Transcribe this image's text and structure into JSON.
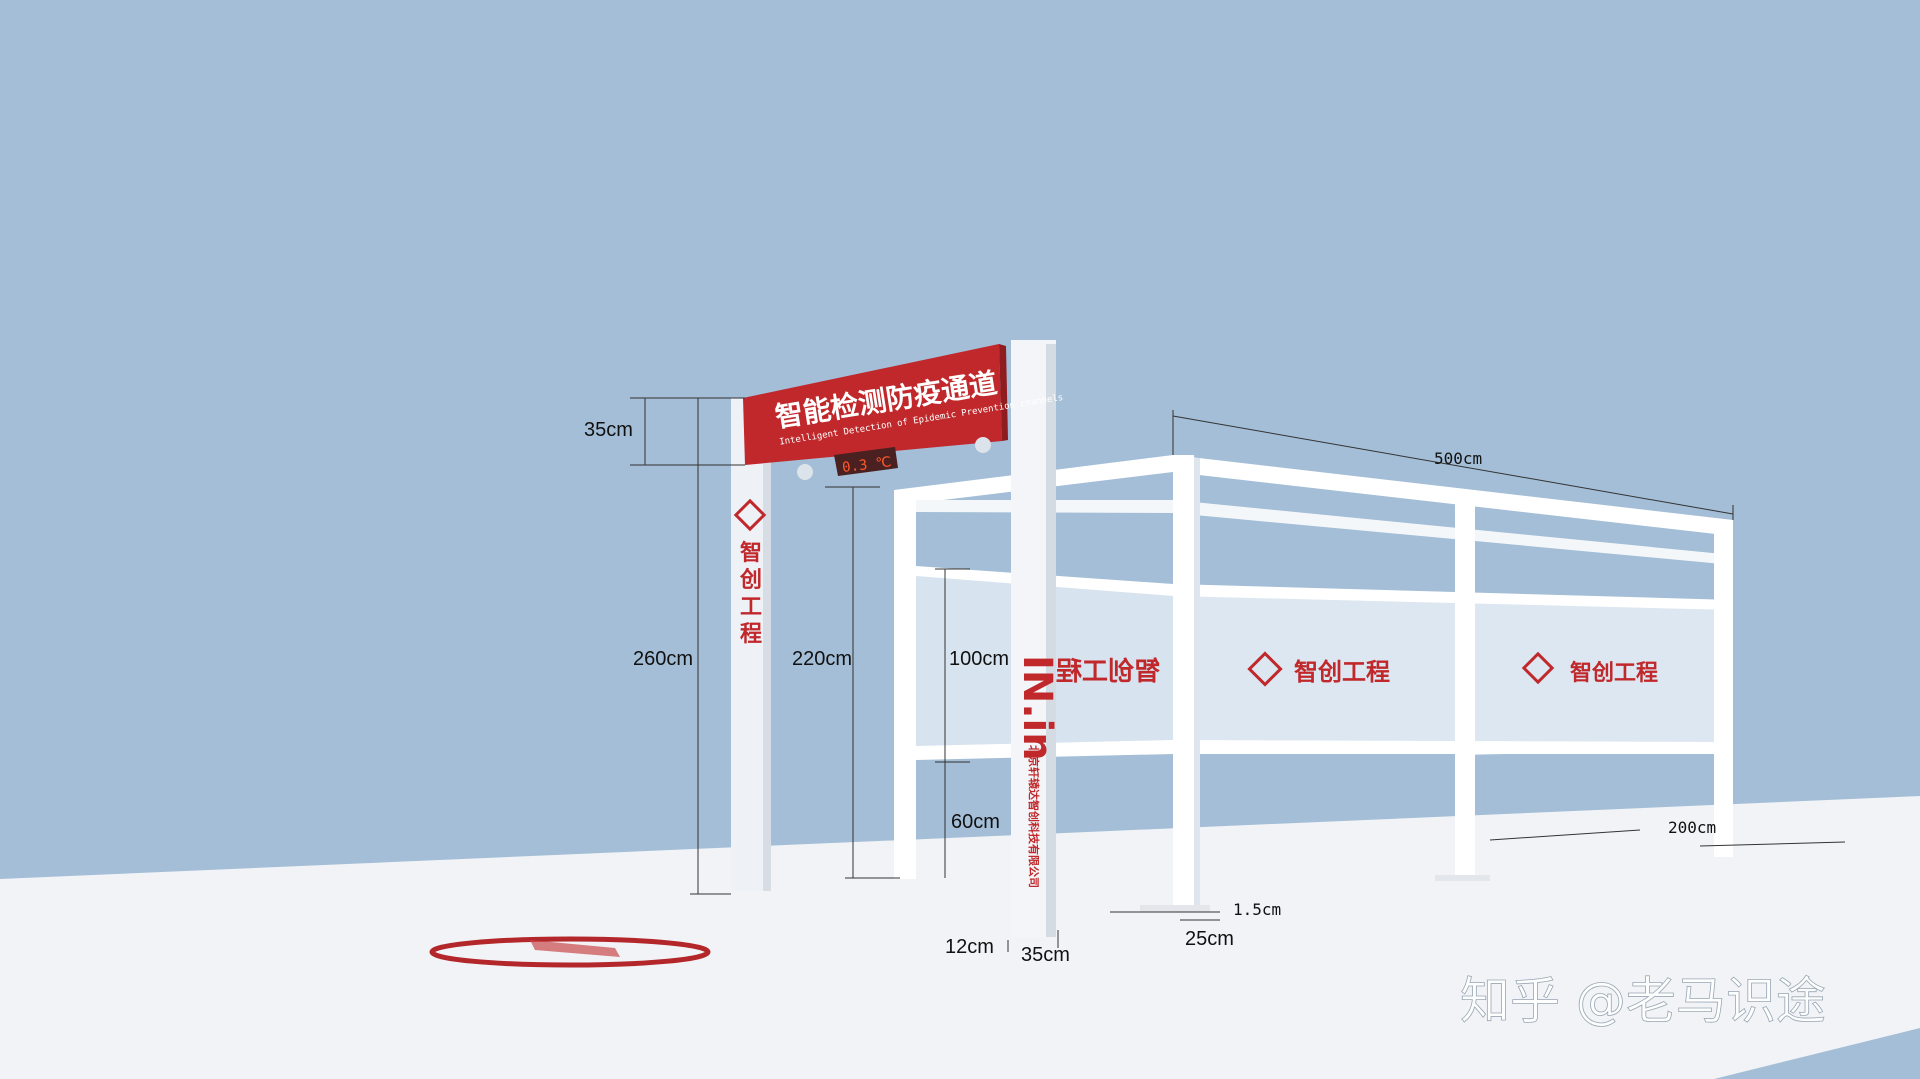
{
  "sign": {
    "title_cn": "智能检测防疫通道",
    "title_en": "Intelligent Detection of Epidemic Prevention channels",
    "display_reading": "0.3  ℃"
  },
  "pillar_left": {
    "brand_chars": [
      "智",
      "创",
      "工",
      "程"
    ]
  },
  "pillar_right": {
    "brand_text": "IN.in",
    "company_cn": "北京轩辕达智创科技有限公司"
  },
  "panels": [
    {
      "brand": "智创工程"
    },
    {
      "brand": "智创工程"
    },
    {
      "brand": "智创工程"
    }
  ],
  "dimensions": {
    "sign_height": "35cm",
    "total_height": "260cm",
    "clear_height": "220cm",
    "panel_height": "100cm",
    "base_height": "60cm",
    "pillar_base": "12cm",
    "pillar_width": "35cm",
    "frame_post": "25cm",
    "frame_thickness": "1.5cm",
    "shelter_length": "500cm",
    "shelter_depth": "200cm"
  },
  "watermark": "知乎 @老马识途",
  "colors": {
    "sky": "#a3bed6",
    "brand_red": "#c0282b",
    "floor": "#f2f4f7",
    "frame": "#ffffff"
  }
}
